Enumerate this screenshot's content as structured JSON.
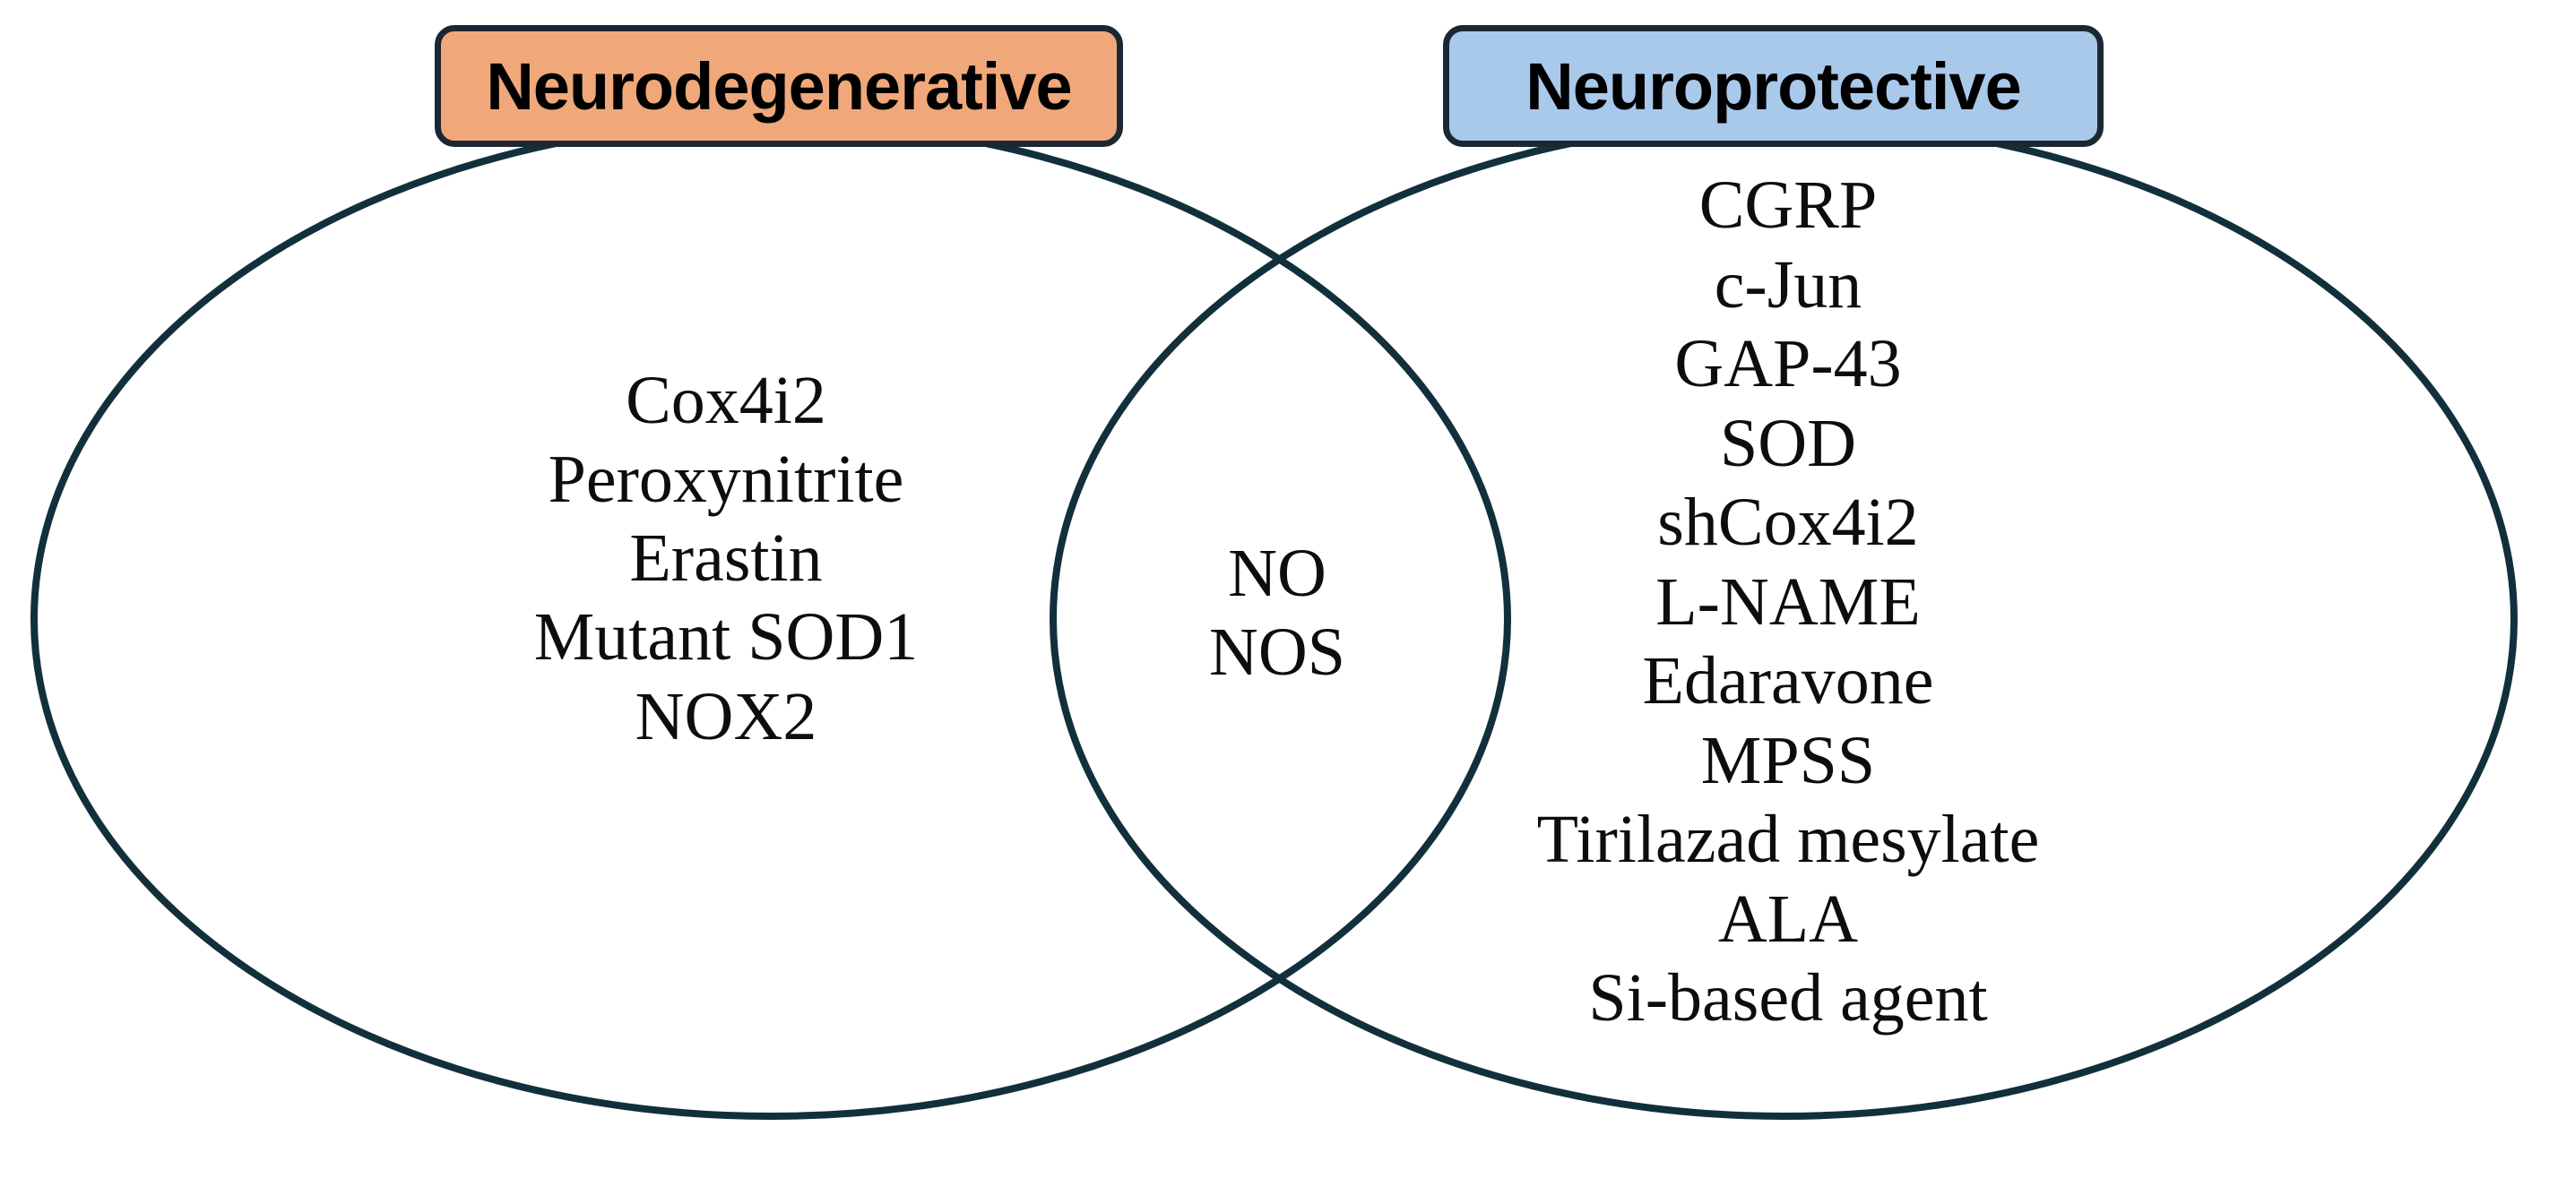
{
  "diagram": {
    "type": "venn",
    "title": "",
    "background_color": "#ffffff",
    "outline_color": "#12303c",
    "left_set": {
      "label": "Neurodegenerative",
      "fill_color": "#F0A87A",
      "border_color": "#1b2733",
      "items": [
        "Cox4i2",
        "Peroxynitrite",
        "Erastin",
        "Mutant SOD1",
        "NOX2"
      ]
    },
    "right_set": {
      "label": "Neuroprotective",
      "fill_color": "#A9C9EB",
      "border_color": "#1b2733",
      "items": [
        "CGRP",
        "c-Jun",
        "GAP-43",
        "SOD",
        "shCox4i2",
        "L-NAME",
        "Edaravone",
        "MPSS",
        "Tirilazad mesylate",
        "ALA",
        "Si-based agent"
      ]
    },
    "intersection": {
      "label": "",
      "items": [
        "NO",
        "NOS"
      ]
    }
  }
}
